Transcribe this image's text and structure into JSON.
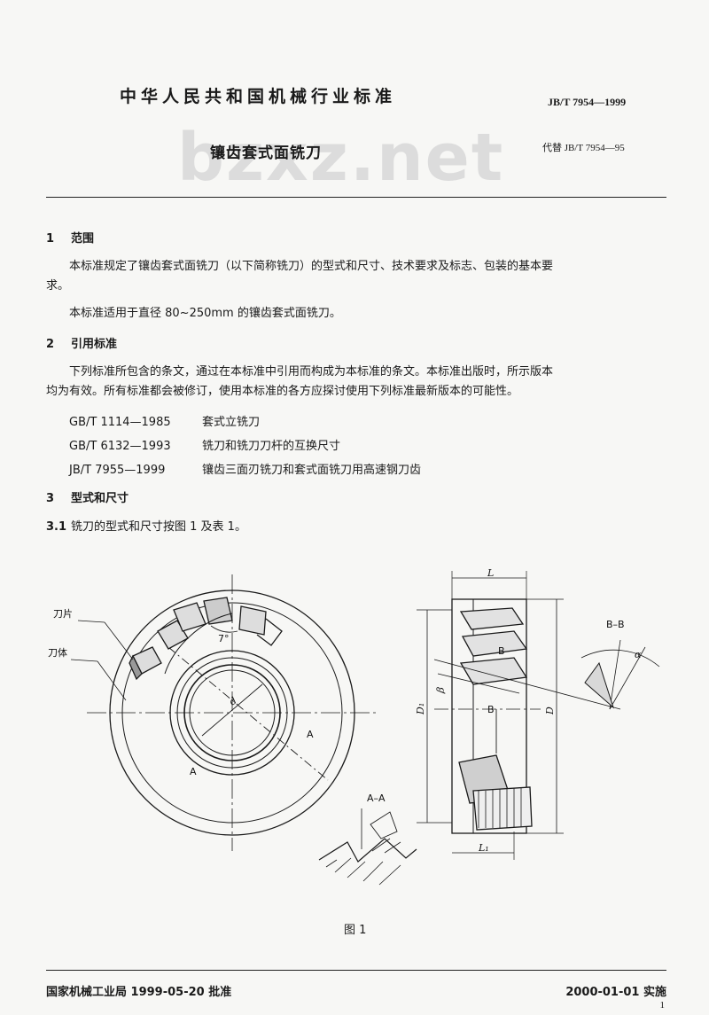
{
  "header": {
    "title": "中华人民共和国机械行业标准",
    "standard_no": "JB/T 7954—1999",
    "doc_title": "镶齿套式面铣刀",
    "replaces": "代替 JB/T 7954—95",
    "watermark": "bzxz.net"
  },
  "sections": {
    "s1": {
      "num": "1",
      "title": "范围",
      "p1a": "本标准规定了镶齿套式面铣刀（以下简称铣刀）的型式和尺寸、技术要求及标志、包装的基本要",
      "p1b": "求。",
      "p2": "本标准适用于直径 80~250mm 的镶齿套式面铣刀。"
    },
    "s2": {
      "num": "2",
      "title": "引用标准",
      "p1a": "下列标准所包含的条文，通过在本标准中引用而构成为本标准的条文。本标准出版时，所示版本",
      "p1b": "均为有效。所有标准都会被修订，使用本标准的各方应探讨使用下列标准最新版本的可能性。",
      "refs": [
        {
          "code": "GB/T 1114—1985",
          "title": "套式立铣刀"
        },
        {
          "code": "GB/T 6132—1993",
          "title": "铣刀和铣刀刀杆的互换尺寸"
        },
        {
          "code": "JB/T 7955—1999",
          "title": "镶齿三面刃铣刀和套式面铣刀用高速钢刀齿"
        }
      ]
    },
    "s3": {
      "num": "3",
      "title": "型式和尺寸",
      "sub_num": "3.1",
      "sub_text": "铣刀的型式和尺寸按图 1 及表 1。"
    }
  },
  "figure": {
    "label": "图 1",
    "labels": {
      "blade": "刀片",
      "body": "刀体",
      "angle": "7°",
      "d": "d",
      "A": "A",
      "AA": "A–A",
      "L": "L",
      "L1": "L₁",
      "D": "D",
      "D1": "D₁",
      "B": "B",
      "BB": "B–B",
      "beta": "β",
      "alpha": "α"
    }
  },
  "footer": {
    "approval": "国家机械工业局 1999-05-20 批准",
    "effective": "2000-01-01 实施",
    "page": "1"
  }
}
